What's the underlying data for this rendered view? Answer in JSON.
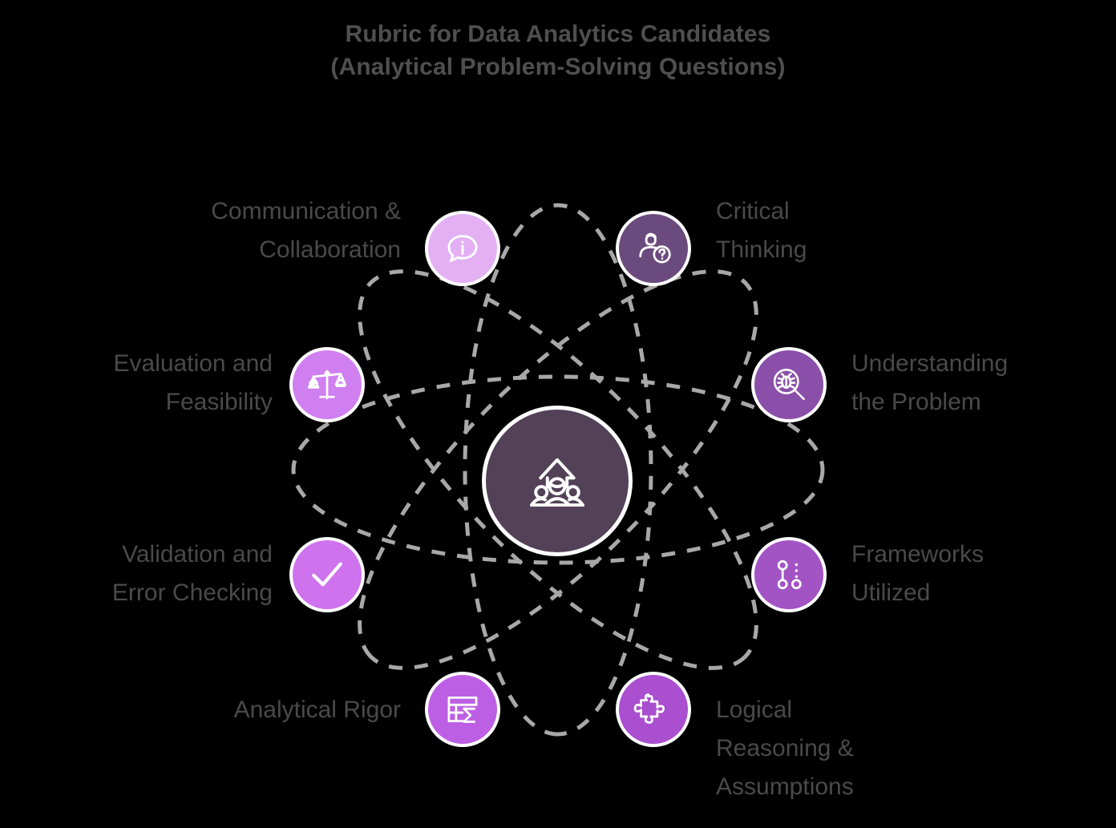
{
  "title": {
    "line1": "Rubric for Data Analytics Candidates",
    "line2": "(Analytical Problem-Solving Questions)"
  },
  "colors": {
    "background": "#000000",
    "title_text": "#4f4f4f",
    "label_text": "#4a4a4a",
    "orbit_line": "#a8a8a8",
    "node_ring": "#ffffff",
    "hub_fill": "#524157",
    "icon_stroke": "#ffffff"
  },
  "hub": {
    "icon": "people-growth-arrow-icon"
  },
  "nodes": [
    {
      "id": "communication-collaboration",
      "label": "Communication &\nCollaboration",
      "icon": "speech-bubble-info-icon",
      "color": "#e3b0f4",
      "position": "top-left"
    },
    {
      "id": "critical-thinking",
      "label": "Critical\nThinking",
      "icon": "person-question-icon",
      "color": "#6b4b7d",
      "position": "top-right"
    },
    {
      "id": "evaluation-feasibility",
      "label": "Evaluation and\nFeasibility",
      "icon": "balance-scale-icon",
      "color": "#d07ff0",
      "position": "upper-left"
    },
    {
      "id": "understanding-the-problem",
      "label": "Understanding\nthe Problem",
      "icon": "magnifier-bug-icon",
      "color": "#8a4fa8",
      "position": "upper-right"
    },
    {
      "id": "validation-error-checking",
      "label": "Validation and\nError Checking",
      "icon": "checkmark-icon",
      "color": "#ce72ee",
      "position": "lower-left"
    },
    {
      "id": "frameworks-utilized",
      "label": "Frameworks\nUtilized",
      "icon": "node-flow-icon",
      "color": "#a253c4",
      "position": "lower-right"
    },
    {
      "id": "analytical-rigor",
      "label": "Analytical Rigor",
      "icon": "table-sigma-icon",
      "color": "#bd5fe4",
      "position": "bottom-left"
    },
    {
      "id": "logical-reasoning-assumptions",
      "label": "Logical\nReasoning &\nAssumptions",
      "icon": "puzzle-piece-icon",
      "color": "#a94fcf",
      "position": "bottom-right"
    }
  ]
}
